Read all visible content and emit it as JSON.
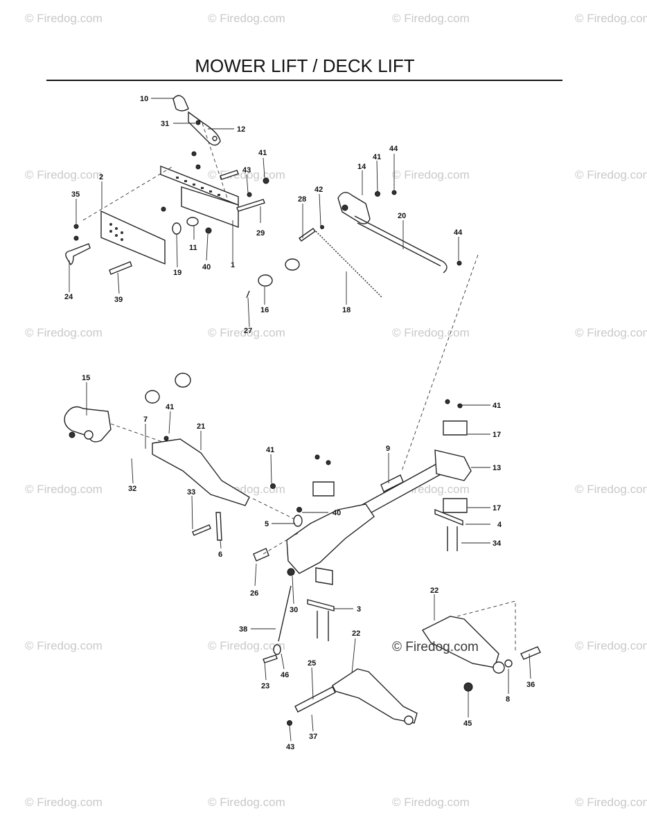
{
  "title": "MOWER LIFT / DECK LIFT",
  "watermark": "© Firedog.com",
  "callouts": [
    "10",
    "31",
    "12",
    "41",
    "43",
    "44",
    "14",
    "41",
    "2",
    "35",
    "42",
    "28",
    "20",
    "29",
    "11",
    "40",
    "1",
    "19",
    "44",
    "24",
    "39",
    "16",
    "18",
    "27",
    "15",
    "41",
    "7",
    "21",
    "41",
    "9",
    "17",
    "13",
    "32",
    "33",
    "40",
    "5",
    "17",
    "4",
    "34",
    "6",
    "26",
    "30",
    "3",
    "22",
    "38",
    "22",
    "46",
    "23",
    "25",
    "36",
    "8",
    "45",
    "37",
    "43"
  ]
}
